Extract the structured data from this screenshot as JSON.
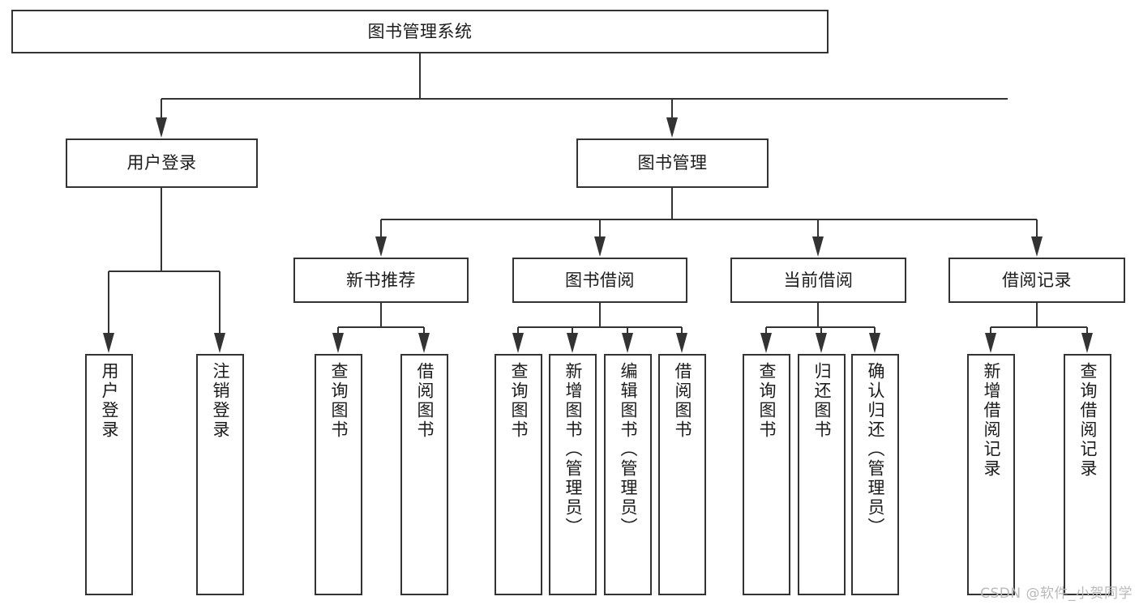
{
  "diagram": {
    "type": "hierarchy-tree",
    "title": "图书管理系统",
    "root": {
      "id": "root",
      "label": "图书管理系统"
    },
    "level2": [
      {
        "id": "user-login",
        "label": "用户登录"
      },
      {
        "id": "book-management",
        "label": "图书管理"
      }
    ],
    "level3": [
      {
        "id": "new-book-recommend",
        "label": "新书推荐",
        "parent": "book-management"
      },
      {
        "id": "book-borrow",
        "label": "图书借阅",
        "parent": "book-management"
      },
      {
        "id": "current-borrow",
        "label": "当前借阅",
        "parent": "book-management"
      },
      {
        "id": "borrow-record",
        "label": "借阅记录",
        "parent": "book-management"
      }
    ],
    "leaves": [
      {
        "id": "leaf-user-login",
        "label": "用户登录",
        "parent": "user-login"
      },
      {
        "id": "leaf-logout",
        "label": "注销登录",
        "parent": "user-login"
      },
      {
        "id": "leaf-query-book-1",
        "label": "查询图书",
        "parent": "new-book-recommend"
      },
      {
        "id": "leaf-borrow-book-1",
        "label": "借阅图书",
        "parent": "new-book-recommend"
      },
      {
        "id": "leaf-query-book-2",
        "label": "查询图书",
        "parent": "book-borrow"
      },
      {
        "id": "leaf-add-book",
        "label": "新增图书（管理员）",
        "parent": "book-borrow"
      },
      {
        "id": "leaf-edit-book",
        "label": "编辑图书（管理员）",
        "parent": "book-borrow"
      },
      {
        "id": "leaf-borrow-book-2",
        "label": "借阅图书",
        "parent": "book-borrow"
      },
      {
        "id": "leaf-query-book-3",
        "label": "查询图书",
        "parent": "current-borrow"
      },
      {
        "id": "leaf-return-book",
        "label": "归还图书",
        "parent": "current-borrow"
      },
      {
        "id": "leaf-confirm-return",
        "label": "确认归还（管理员）",
        "parent": "current-borrow"
      },
      {
        "id": "leaf-add-record",
        "label": "新增借阅记录",
        "parent": "borrow-record"
      },
      {
        "id": "leaf-query-record",
        "label": "查询借阅记录",
        "parent": "borrow-record"
      }
    ],
    "colors": {
      "stroke": "#333333",
      "fill": "#ffffff",
      "text": "#1b1b1b",
      "watermark": "#b9b9b9"
    }
  },
  "watermark": {
    "text": "CSDN @软件_小贺同学"
  }
}
